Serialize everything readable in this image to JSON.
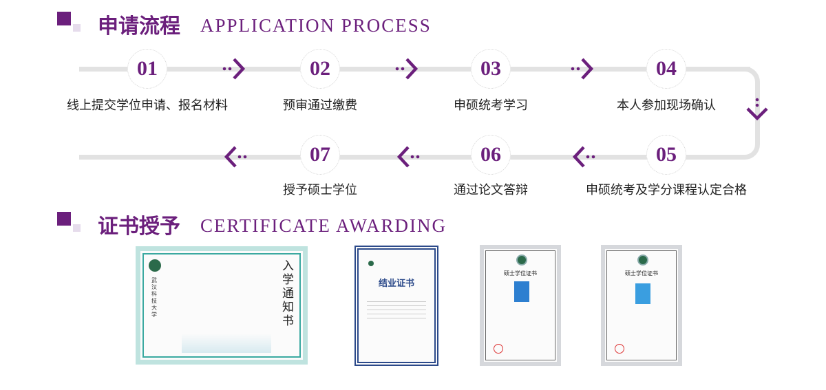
{
  "section1": {
    "title_cn": "申请流程",
    "title_en": "APPLICATION PROCESS"
  },
  "steps": [
    {
      "num": "01",
      "label": "线上提交学位申请、报名材料"
    },
    {
      "num": "02",
      "label": "预审通过缴费"
    },
    {
      "num": "03",
      "label": "申硕统考学习"
    },
    {
      "num": "04",
      "label": "本人参加现场确认"
    },
    {
      "num": "05",
      "label": "申硕统考及学分课程认定合格"
    },
    {
      "num": "06",
      "label": "通过论文答辩"
    },
    {
      "num": "07",
      "label": "授予硕士学位"
    }
  ],
  "section2": {
    "title_cn": "证书授予",
    "title_en": "CERTIFICATE AWARDING"
  },
  "certificates": [
    {
      "title": "入学通知书",
      "school": "武汉科技大学"
    },
    {
      "title": "结业证书"
    },
    {
      "title": "硕士学位证书"
    },
    {
      "title": "硕士学位证书"
    }
  ],
  "colors": {
    "accent": "#6b1f7c",
    "line": "#e2e2e2"
  }
}
